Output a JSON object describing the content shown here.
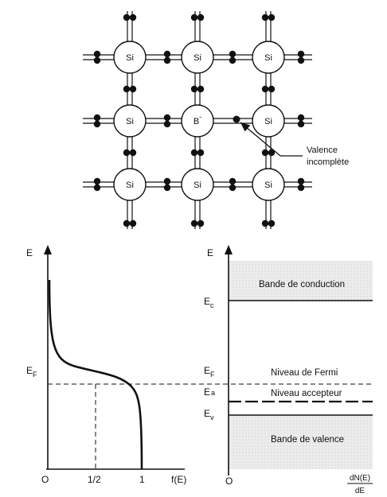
{
  "lattice": {
    "rows": [
      [
        "Si",
        "Si",
        "Si"
      ],
      [
        "Si",
        "B",
        "Si"
      ],
      [
        "Si",
        "Si",
        "Si"
      ]
    ],
    "ion_charge": "-",
    "callout_line1": "Valence",
    "callout_line2": "incomplète"
  },
  "fermi_plot": {
    "y_axis_label": "E",
    "x_axis_label": "f(E)",
    "origin_label": "O",
    "half_tick_label": "1/2",
    "one_tick_label": "1",
    "ef_label": "E",
    "ef_sub": "F"
  },
  "band_plot": {
    "y_axis_label": "E",
    "origin_label": "O",
    "x_label_num": "dN(E)",
    "x_label_den": "dE",
    "conduction_band": "Bande de conduction",
    "fermi_level": "Niveau de Fermi",
    "acceptor_level": "Niveau accepteur",
    "valence_band": "Bande de valence",
    "ec_label": "E",
    "ec_sub": "c",
    "ef_label": "E",
    "ef_sub": "F",
    "ea_label": "E",
    "ea_sub": "a",
    "ev_label": "E",
    "ev_sub": "v"
  },
  "colors": {
    "ink": "#111111",
    "band_fill": "#e2e2e2",
    "background": "#ffffff"
  }
}
